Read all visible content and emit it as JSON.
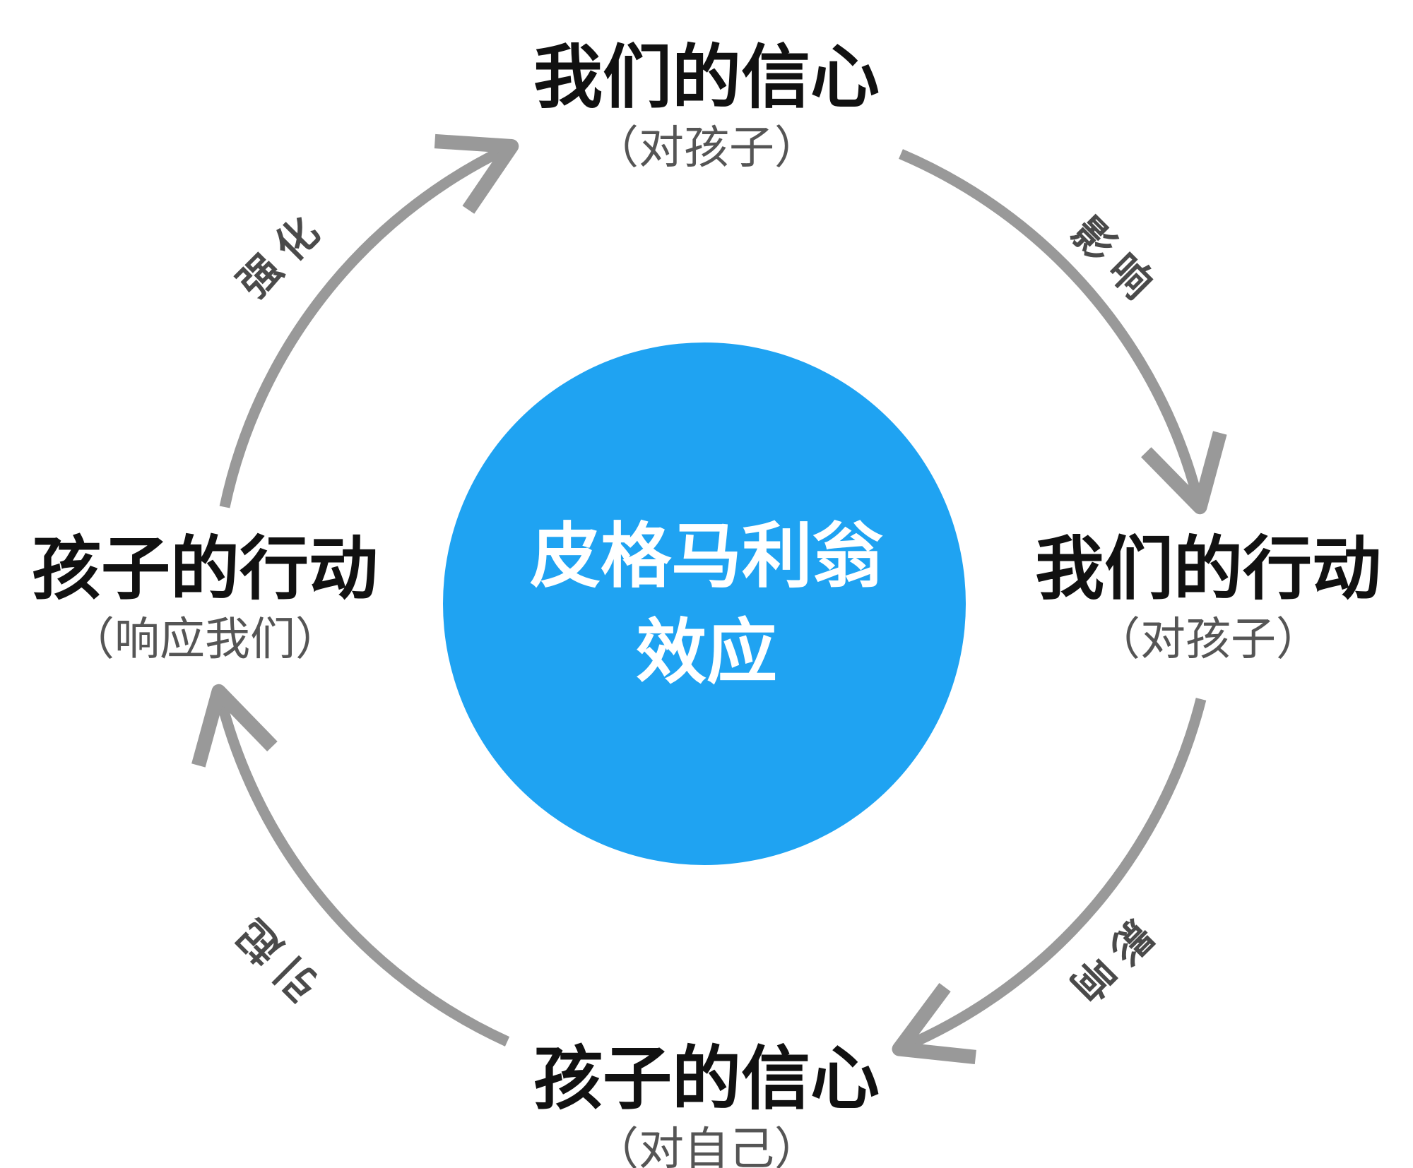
{
  "center": {
    "line1": "皮格马利翁",
    "line2": "效应"
  },
  "nodes": {
    "top": {
      "title": "我们的信心",
      "sub": "（对孩子）"
    },
    "right": {
      "title": "我们的行动",
      "sub": "（对孩子）"
    },
    "bottom": {
      "title": "孩子的信心",
      "sub": "（对自己）"
    },
    "left": {
      "title": "孩子的行动",
      "sub": "（响应我们）"
    }
  },
  "arrow_labels": {
    "top_right": [
      "影",
      "响"
    ],
    "bottom_right": [
      "影",
      "响"
    ],
    "bottom_left": [
      "引",
      "起"
    ],
    "top_left": [
      "强",
      "化"
    ]
  },
  "colors": {
    "circle": "#1fa3f2",
    "arrow": "#999999",
    "title_text": "#111111",
    "sub_text": "#555555"
  }
}
